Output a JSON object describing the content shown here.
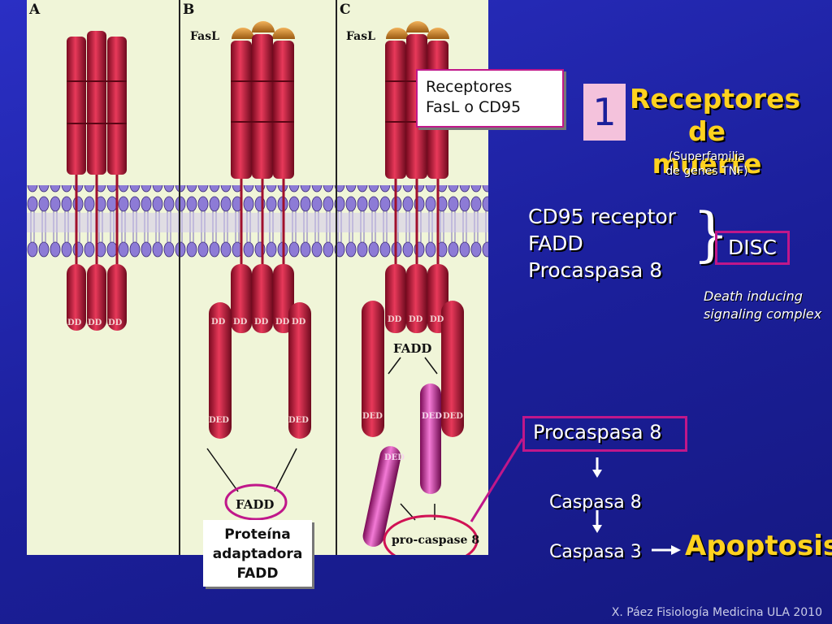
{
  "panels": {
    "a_letter": "A",
    "b_letter": "B",
    "c_letter": "C",
    "b_ligand": "FasL",
    "c_ligand": "FasL",
    "dd": "DD",
    "ded": "DED",
    "fadd": "FADD",
    "pro_caspase": "pro-caspase 8"
  },
  "callouts": {
    "receptores_line1": "Receptores",
    "receptores_line2": "FasL o CD95",
    "adaptadora_line1": "Proteína",
    "adaptadora_line2": "adaptadora",
    "adaptadora_line3": "FADD"
  },
  "title": {
    "number": "1",
    "line1": "Receptores",
    "line2": "de muerte",
    "sub1": "(Superfamilia",
    "sub2": "de genes TNF)"
  },
  "disc": {
    "items": [
      "CD95 receptor",
      "FADD",
      "Procaspasa 8"
    ],
    "brace": "}",
    "label": "DISC",
    "note1": "Death inducing",
    "note2": "signaling complex"
  },
  "cascade": {
    "start": "Procaspasa 8",
    "step1": "Caspasa 8",
    "step2": "Caspasa 3",
    "result": "Apoptosis"
  },
  "footer": "X. Páez Fisiología Medicina ULA 2010",
  "colors": {
    "background": "#1b1f9a",
    "title": "#ffd21f",
    "receptor": "#c8153a",
    "highlight": "#c0178a",
    "panel": "#f0f5d8"
  }
}
